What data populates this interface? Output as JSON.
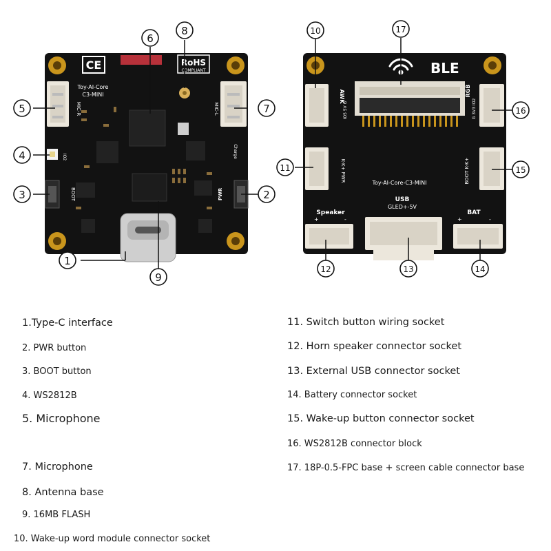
{
  "front_board": {
    "ce_mark": "CE",
    "rohs_top": "RoHS",
    "rohs_bottom": "COMPLIANT",
    "model_line1": "Toy-AI-Core",
    "model_line2": "C3-MINI",
    "silk_mic_r": "MIC-R",
    "silk_mic_l": "MIC-L",
    "silk_io2": "IO2",
    "silk_charge": "Charge",
    "silk_boot": "BOOT",
    "silk_pwr": "PWR"
  },
  "back_board": {
    "ble_label": "BLE",
    "model": "Toy-AI-Core-C3-MINI",
    "silk_awk": "AWK",
    "silk_awk_pins": "IO5 5V G",
    "silk_rgb": "RGB",
    "silk_rgb_pins": "G 3V3 IO2",
    "silk_k_pwr": "K-K+ PWR",
    "silk_boot": "BOOT K-K+",
    "silk_speaker": "Speaker",
    "silk_usb": "USB",
    "silk_usb_pins": "GLED+-5V",
    "silk_bat": "BAT",
    "silk_plus": "+",
    "silk_minus": "-"
  },
  "callouts": [
    "1",
    "2",
    "3",
    "4",
    "5",
    "6",
    "7",
    "8",
    "9",
    "10",
    "11",
    "12",
    "13",
    "14",
    "15",
    "16",
    "17"
  ],
  "legend": {
    "left": [
      "1.Type-C interface",
      "2. PWR button",
      "3. BOOT button",
      "4. WS2812B",
      "5. Microphone",
      "7. Microphone",
      "8. Antenna base",
      "9. 16MB FLASH",
      "10. Wake-up word module connector socket"
    ],
    "right": [
      "11. Switch button wiring socket",
      "12. Horn speaker connector socket",
      "13. External USB connector socket",
      "14. Battery connector socket",
      "15. Wake-up button connector socket",
      "16. WS2812B connector block",
      "17. 18P-0.5-FPC base + screen cable connector base"
    ]
  },
  "colors": {
    "board": "#121212",
    "gold": "#c9951c",
    "connector": "#ece7dc",
    "silk": "#ffffff",
    "usb_metal": "#cfcfcf"
  }
}
